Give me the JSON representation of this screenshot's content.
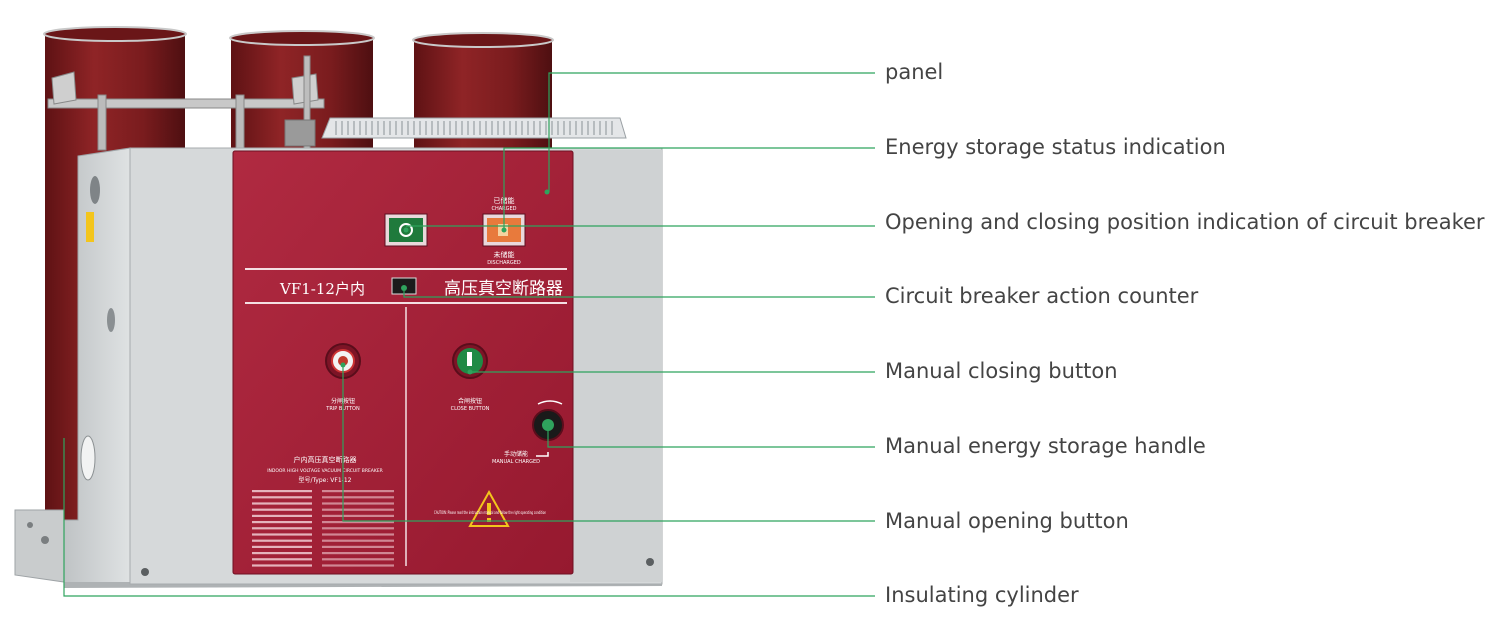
{
  "device": {
    "model_text": "VF1-12户内",
    "name_text": "高压真空断路器",
    "charged_cn": "已储能",
    "charged_en": "CHARGED",
    "discharged_cn": "未储能",
    "discharged_en": "DISCHARGED",
    "trip_cn": "分闸按钮",
    "trip_en": "TRIP BUTTON",
    "close_cn": "合闸按钮",
    "close_en": "CLOSE BUTTON",
    "manual_cn": "手动储能",
    "manual_en": "MANUAL CHARGED",
    "plate_title": "户内高压真空断路器",
    "plate_subtitle": "INDOOR HIGH VOLTAGE VACUUM CIRCUIT BREAKER",
    "plate_type": "型号/Type: VF1-12",
    "caution_text": "CAUTION: Please read the instruction manual and follow the right operating condition"
  },
  "callouts": [
    {
      "id": "panel",
      "label": "panel"
    },
    {
      "id": "energy-storage-status",
      "label": "Energy storage status indication"
    },
    {
      "id": "position-indication",
      "label": "Opening and closing position indication of circuit breaker"
    },
    {
      "id": "action-counter",
      "label": "Circuit breaker action counter"
    },
    {
      "id": "manual-closing",
      "label": "Manual closing button"
    },
    {
      "id": "energy-storage-handle",
      "label": "Manual energy storage handle"
    },
    {
      "id": "manual-opening",
      "label": "Manual opening button"
    },
    {
      "id": "insulating-cylinder",
      "label": "Insulating cylinder"
    }
  ],
  "colors": {
    "leader_line": "#2fa35d",
    "panel_red": "#a01f36",
    "cylinder_red": "#7e1d1f",
    "housing_grey": "#d3d6d7",
    "label_text": "#444444"
  }
}
